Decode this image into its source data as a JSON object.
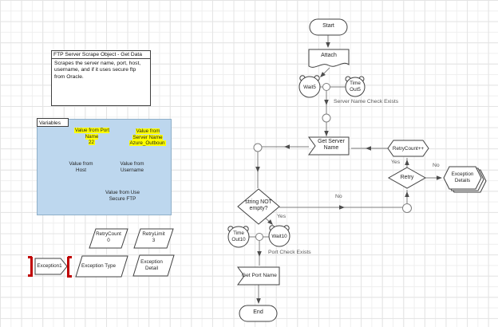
{
  "note_box": {
    "title": "FTP Server Scrape Object - Get Data",
    "body": "Scrapes the server name, port, host, username, and if it uses secure ftp from Oracle."
  },
  "variables_panel": {
    "label": "Variables",
    "items": [
      {
        "text": "Value from Port\nName\n22",
        "highlighted": true
      },
      {
        "text": "Value from\nServer Name\nAzure_Outboun",
        "highlighted": true
      },
      {
        "text": "Value from\nHost",
        "highlighted": false
      },
      {
        "text": "Value from\nUsername",
        "highlighted": false
      },
      {
        "text": "Value from Use\nSecure FTP",
        "highlighted": false
      }
    ]
  },
  "counters": {
    "retry_count": "RetryCount\n0",
    "retry_limit": "RetryLimit\n3"
  },
  "exceptions": {
    "marker": "Exception1",
    "type": "Exception Type",
    "detail": "Exception\nDetail"
  },
  "flowchart": {
    "start": "Start",
    "attach": "Attach",
    "wait5": "Wait5",
    "timeout5": "Time\nOut5",
    "server_check_label": "Server Name Check Exists",
    "get_server_name": "Get Server\nName",
    "retry_increment": "RetryCount++",
    "retry": "Retry",
    "exception_details": "Exception\nDetails",
    "decision": "string NOT\nempty?",
    "yes_retry": "Yes",
    "no_retry": "No",
    "yes_decision": "Yes",
    "no_decision": "No",
    "timeout10": "Time\nOut10",
    "wait10": "Wait10",
    "port_check_label": "Port Check Exists",
    "get_port_name": "Get Port Name",
    "end": "End"
  },
  "colors": {
    "container_fill": "#BDD7EE",
    "highlight": "#FFFF00",
    "exception_marker_red": "#C00000",
    "shape_stroke": "#404040",
    "connector": "#7F7F7F",
    "grid": "#E4E4E4"
  }
}
